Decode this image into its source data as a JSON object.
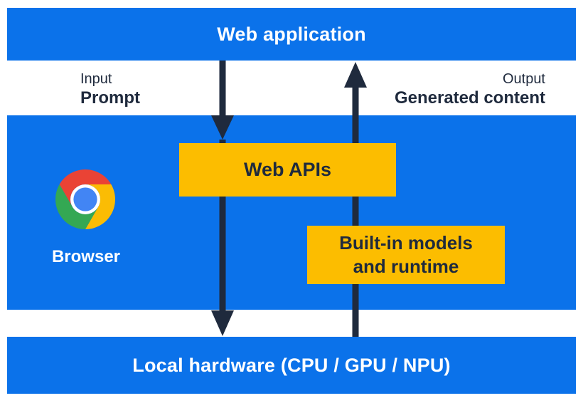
{
  "colors": {
    "blue": "#0b72ea",
    "yellow": "#fcbd00",
    "navy": "#1f2a3d",
    "white": "#ffffff",
    "chrome_red": "#ea4335",
    "chrome_green": "#34a853",
    "chrome_yellow": "#fbbc04",
    "chrome_blue": "#4285f4"
  },
  "top_bar": {
    "label": "Web application"
  },
  "io_labels": {
    "input": {
      "title": "Input",
      "value": "Prompt"
    },
    "output": {
      "title": "Output",
      "value": "Generated content"
    }
  },
  "browser_section": {
    "icon": "chrome-logo",
    "label": "Browser"
  },
  "boxes": {
    "web_apis": {
      "label": "Web APIs"
    },
    "builtin": {
      "line1": "Built-in models",
      "line2": "and runtime"
    }
  },
  "bottom_bar": {
    "label": "Local hardware (CPU / GPU / NPU)"
  },
  "arrows": [
    {
      "name": "input-flow",
      "direction": "down",
      "from": "web-application",
      "via": "web-apis",
      "to": "local-hardware"
    },
    {
      "name": "output-flow",
      "direction": "up",
      "from": "local-hardware",
      "via": "builtin-models",
      "to": "web-application"
    }
  ]
}
